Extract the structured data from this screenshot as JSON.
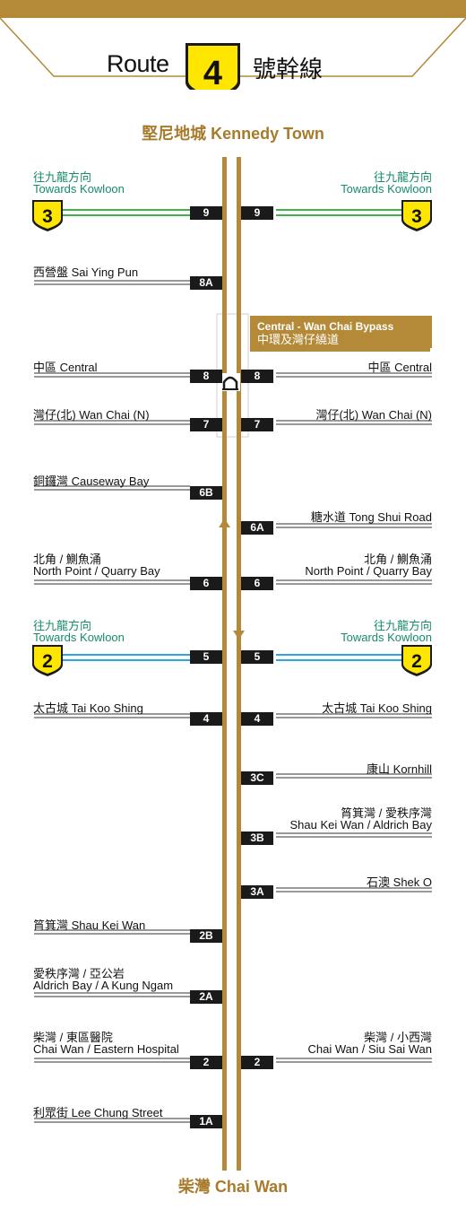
{
  "header": {
    "route_word": "Route",
    "route_number": "4",
    "route_cn": "號幹線"
  },
  "terminus_top": "堅尼地城 Kennedy Town",
  "terminus_bottom": "柴灣 Chai Wan",
  "connectors": [
    {
      "cn": "往九龍方向",
      "en": "Towards Kowloon",
      "route": "3",
      "color": "#3db34a"
    },
    {
      "cn": "往九龍方向",
      "en": "Towards Kowloon",
      "route": "2",
      "color": "#2aa7e0"
    }
  ],
  "bypass": {
    "en": "Central - Wan Chai Bypass",
    "cn": "中環及灣仔繞道"
  },
  "west_exits": [
    {
      "exit": "9",
      "label1": "往九龍方向",
      "label2": "Towards Kowloon"
    },
    {
      "exit": "8A",
      "label1": "西營盤 Sai Ying Pun"
    },
    {
      "exit": "8",
      "label1": "中區 Central"
    },
    {
      "exit": "7",
      "label1": "灣仔(北) Wan Chai (N)"
    },
    {
      "exit": "6B",
      "label1": "銅鑼灣 Causeway Bay"
    },
    {
      "exit": "6",
      "label1": "北角 / 鰂魚涌",
      "label2": "North Point / Quarry Bay"
    },
    {
      "exit": "5",
      "label1": "往九龍方向",
      "label2": "Towards Kowloon"
    },
    {
      "exit": "4",
      "label1": "太古城 Tai Koo Shing"
    },
    {
      "exit": "2B",
      "label1": "筲箕灣 Shau Kei Wan"
    },
    {
      "exit": "2A",
      "label1": "愛秩序灣 / 亞公岩",
      "label2": "Aldrich Bay / A Kung Ngam"
    },
    {
      "exit": "2",
      "label1": "柴灣 / 東區醫院",
      "label2": "Chai Wan / Eastern Hospital"
    },
    {
      "exit": "1A",
      "label1": "利眾街 Lee Chung Street"
    }
  ],
  "east_exits": [
    {
      "exit": "9",
      "label1": "往九龍方向",
      "label2": "Towards Kowloon"
    },
    {
      "exit": "8",
      "label1": "中區 Central"
    },
    {
      "exit": "7",
      "label1": "灣仔(北) Wan Chai (N)"
    },
    {
      "exit": "6A",
      "label1": "糖水道 Tong Shui Road"
    },
    {
      "exit": "6",
      "label1": "北角 / 鰂魚涌",
      "label2": "North Point / Quarry Bay"
    },
    {
      "exit": "5",
      "label1": "往九龍方向",
      "label2": "Towards Kowloon"
    },
    {
      "exit": "4",
      "label1": "太古城 Tai Koo Shing"
    },
    {
      "exit": "3C",
      "label1": "康山 Kornhill"
    },
    {
      "exit": "3B",
      "label1": "筲箕灣 / 愛秩序灣",
      "label2": "Shau Kei Wan / Aldrich Bay"
    },
    {
      "exit": "3A",
      "label1": "石澳 Shek O"
    },
    {
      "exit": "2",
      "label1": "柴灣 / 小西灣",
      "label2": "Chai Wan / Siu Sai Wan"
    }
  ],
  "colors": {
    "road": "#b48a38",
    "label_green": "#168a6b",
    "terminus": "#a87b2c",
    "shield_yellow": "#ffe600",
    "badge": "#1a1a1a"
  }
}
